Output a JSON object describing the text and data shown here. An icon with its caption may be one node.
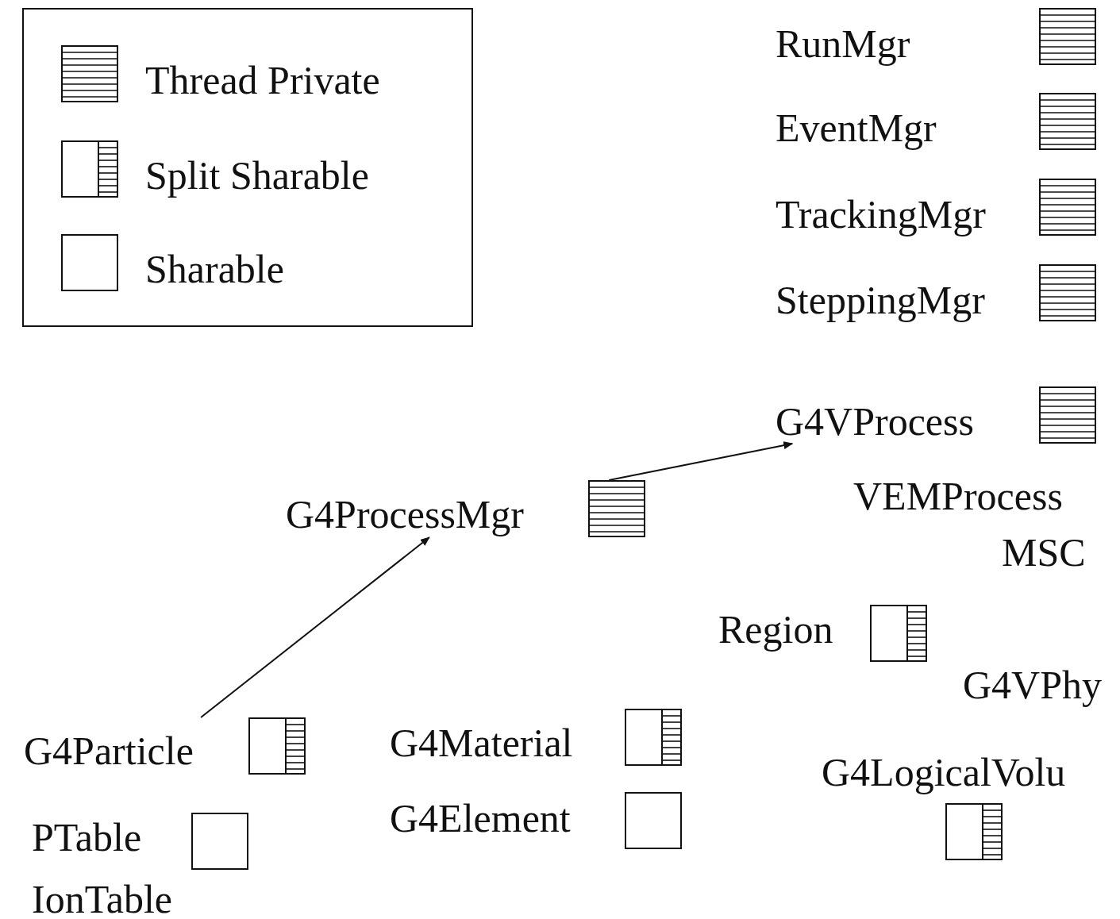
{
  "diagram": {
    "nodes": [
      {
        "text": [
          "G4Particle"
        ]
      },
      {
        "text": [
          "G4ProcessMgr"
        ]
      },
      {
        "text": [
          "G4VProcess"
        ]
      }
    ],
    "edges": [
      {
        "from": 0,
        "to": 1,
        "arrow": "to"
      },
      {
        "from": 1,
        "to": 2,
        "arrow": "to"
      }
    ],
    "labels": [
      "RunMgr",
      "EventMgr",
      "TrackingMgr",
      "SteppingMgr",
      "VEMProcess",
      "MSC",
      "Region",
      "G4VPhy",
      "G4Material",
      "G4LogicalVolu",
      "G4Element",
      "PTable",
      "IonTable"
    ],
    "legend": [
      {
        "text": "Thread Private"
      },
      {
        "text": "Split Sharable"
      },
      {
        "text": "Sharable"
      }
    ]
  }
}
